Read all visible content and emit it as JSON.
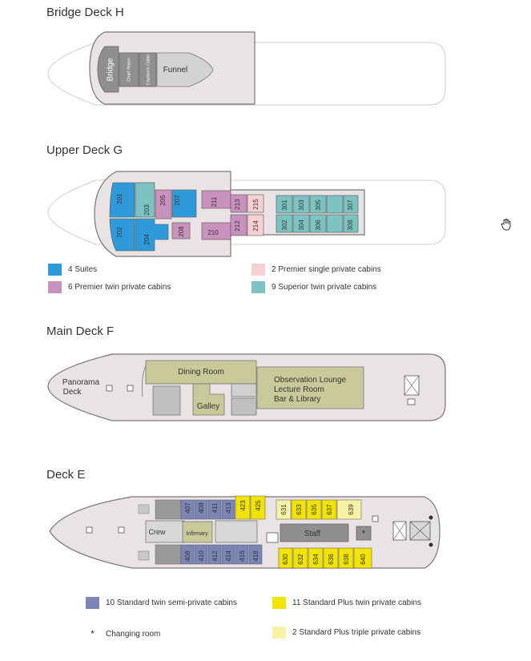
{
  "decks": {
    "h": {
      "title": "Bridge Deck H",
      "labels": {
        "bridge": "Bridge",
        "chart": "Chart Room",
        "captain": "Captain's Cabin",
        "funnel": "Funnel"
      }
    },
    "g": {
      "title": "Upper Deck G",
      "cabins": [
        "201",
        "202",
        "203",
        "204",
        "205",
        "207",
        "208",
        "210",
        "211",
        "212",
        "213",
        "214",
        "215",
        "301",
        "302",
        "303",
        "304",
        "305",
        "306",
        "307",
        "308"
      ]
    },
    "f": {
      "title": "Main Deck F",
      "labels": {
        "panorama1": "Panorama",
        "panorama2": "Deck",
        "dining": "Dining Room",
        "galley": "Galley",
        "obs1": "Observation Lounge",
        "obs2": "Lecture Room",
        "obs3": "Bar & Library"
      }
    },
    "e": {
      "title": "Deck E",
      "labels": {
        "crew": "Crew",
        "infirmary": "Infirmary",
        "staff": "Staff",
        "star": "*"
      },
      "cabins": [
        "407",
        "409",
        "411",
        "413",
        "423",
        "425",
        "631",
        "633",
        "635",
        "637",
        "639",
        "408",
        "410",
        "412",
        "414",
        "416",
        "418",
        "630",
        "632",
        "634",
        "636",
        "638",
        "640"
      ]
    }
  },
  "legend": {
    "suites": "4 Suites",
    "premier_twin": "6 Premier twin private cabins",
    "premier_single": "2 Premier single private cabins",
    "superior_twin": "9 Superior twin private cabins",
    "standard_semi": "10 Standard twin semi-private cabins",
    "standard_plus_twin": "11 Standard Plus twin private cabins",
    "changing_star": "*",
    "changing_room": "Changing room",
    "standard_plus_triple": "2 Standard Plus triple private cabins"
  },
  "colors": {
    "suite": "#2f9ad9",
    "premier_twin": "#c991bd",
    "premier_single": "#f7d0d3",
    "superior_twin": "#7cc3c2",
    "standard_semi": "#7b85b6",
    "standard_plus_twin": "#f2e400",
    "standard_plus_triple": "#f8f2a6",
    "public": "#c9c99a",
    "grey": "#8f8f8f",
    "hull": "#e9e3e3"
  }
}
